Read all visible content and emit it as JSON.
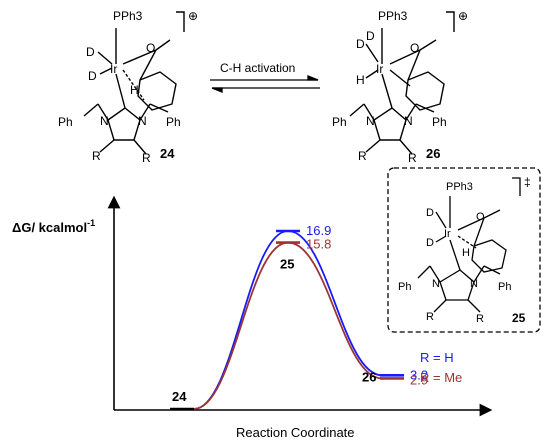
{
  "scheme": {
    "arrow_label": "C-H activation",
    "left_complex": {
      "number": "24",
      "ligand": "PPh3",
      "charge": "⊕",
      "labels": [
        "D",
        "D",
        "Ir",
        "O",
        "H",
        "N",
        "N",
        "Ph",
        "Ph",
        "R",
        "R"
      ]
    },
    "right_complex": {
      "number": "26",
      "ligand": "PPh3",
      "charge": "⊕",
      "labels": [
        "D",
        "D",
        "Ir",
        "O",
        "H",
        "N",
        "N",
        "Ph",
        "Ph",
        "R",
        "R"
      ]
    },
    "ts_complex": {
      "number": "25",
      "ligand": "PPh3",
      "charge": "‡",
      "labels": [
        "D",
        "D",
        "Ir",
        "O",
        "H",
        "N",
        "N",
        "Ph",
        "Ph",
        "R",
        "R"
      ]
    }
  },
  "chart": {
    "ylabel_main": "ΔG/ kcalmol",
    "ylabel_sup": "-1",
    "xlabel": "Reaction Coordinate",
    "colors": {
      "H": "#1a1aff",
      "Me": "#9b3535",
      "axis": "#000000"
    }
  },
  "chart_data": {
    "type": "line",
    "xlabel": "Reaction Coordinate",
    "ylabel": "ΔG/ kcalmol-1",
    "categories": [
      "24",
      "25",
      "26"
    ],
    "series": [
      {
        "name": "R = H",
        "values": [
          0.0,
          16.9,
          3.2
        ]
      },
      {
        "name": "R = Me",
        "values": [
          0.0,
          15.8,
          2.9
        ]
      }
    ],
    "value_labels": {
      "R = H": [
        "16.9",
        "3.2"
      ],
      "R = Me": [
        "15.8",
        "2.9"
      ]
    },
    "point_labels": [
      "24",
      "25",
      "26"
    ]
  }
}
